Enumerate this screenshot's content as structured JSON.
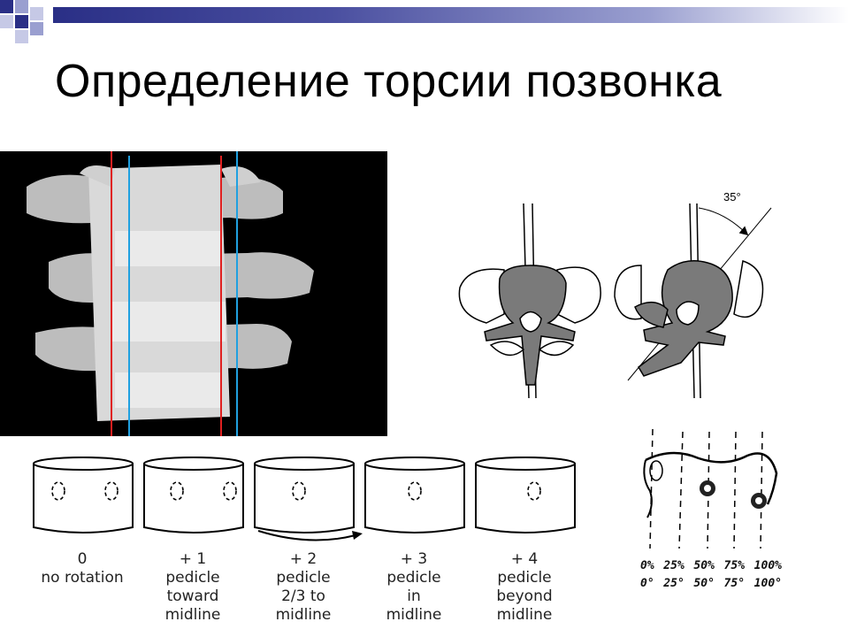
{
  "title": "Определение торсии позвонка",
  "angle_label": "35°",
  "grades": [
    {
      "value": "0",
      "lines": [
        "no rotation"
      ]
    },
    {
      "value": "+ 1",
      "lines": [
        "pedicle",
        "toward",
        "midline"
      ]
    },
    {
      "value": "+ 2",
      "lines": [
        "pedicle",
        "2/3 to",
        "midline"
      ]
    },
    {
      "value": "+ 3",
      "lines": [
        "pedicle",
        "in",
        "midline"
      ]
    },
    {
      "value": "+ 4",
      "lines": [
        "pedicle",
        "beyond",
        "midline"
      ]
    }
  ],
  "sketch_top": [
    "0%",
    "25%",
    "50%",
    "75%",
    "100%"
  ],
  "sketch_bottom": [
    "0°",
    "25°",
    "50°",
    "75°",
    "100°"
  ],
  "colors": {
    "bar_dark": "#2a2f86",
    "red_line": "#e02020",
    "blue_line": "#20a0e0",
    "vertebra_fill": "#7a7a7a"
  }
}
